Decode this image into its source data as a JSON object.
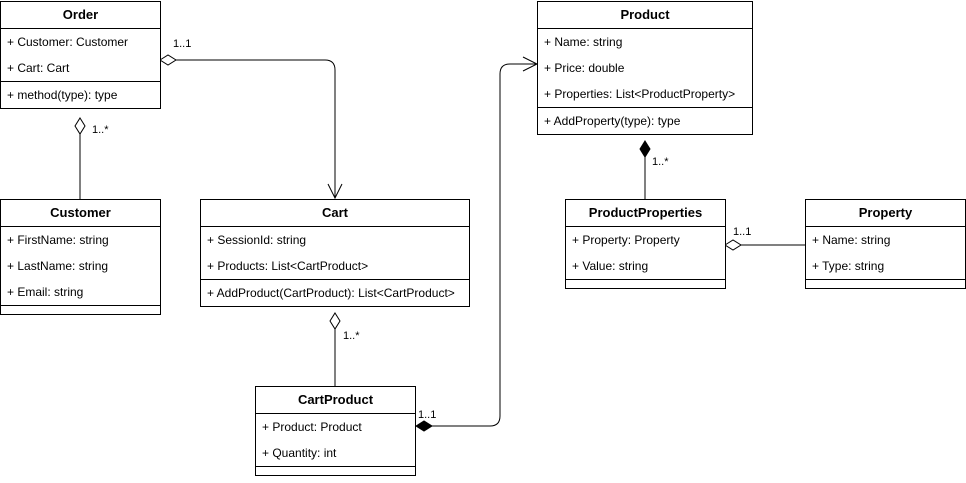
{
  "classes": {
    "order": {
      "name": "Order",
      "attributes": [
        "+ Customer: Customer",
        "+ Cart: Cart"
      ],
      "methods": [
        "+ method(type): type"
      ]
    },
    "customer": {
      "name": "Customer",
      "attributes": [
        "+ FirstName: string",
        "+ LastName: string",
        "+ Email: string"
      ],
      "methods": []
    },
    "cart": {
      "name": "Cart",
      "attributes": [
        "+ SessionId: string",
        "+ Products: List<CartProduct>"
      ],
      "methods": [
        "+ AddProduct(CartProduct): List<CartProduct>"
      ]
    },
    "cartproduct": {
      "name": "CartProduct",
      "attributes": [
        "+ Product: Product",
        "+ Quantity: int"
      ],
      "methods": []
    },
    "product": {
      "name": "Product",
      "attributes": [
        "+ Name: string",
        "+ Price: double",
        "+ Properties: List<ProductProperty>"
      ],
      "methods": [
        "+ AddProperty(type): type"
      ]
    },
    "productproperties": {
      "name": "ProductProperties",
      "attributes": [
        "+ Property: Property",
        "+ Value: string"
      ],
      "methods": []
    },
    "property": {
      "name": "Property",
      "attributes": [
        "+ Name: string",
        "+ Type: string"
      ],
      "methods": []
    }
  },
  "relations": {
    "order_cart": {
      "type": "aggregation",
      "multiplicity": "1..1"
    },
    "order_customer": {
      "type": "aggregation",
      "multiplicity": "1..*"
    },
    "cart_cartproduct": {
      "type": "aggregation",
      "multiplicity": "1..*"
    },
    "cartproduct_product": {
      "type": "composition",
      "multiplicity": "1..1"
    },
    "product_productproperties": {
      "type": "composition",
      "multiplicity": "1..*"
    },
    "productproperties_property": {
      "type": "aggregation",
      "multiplicity": "1..1"
    }
  }
}
